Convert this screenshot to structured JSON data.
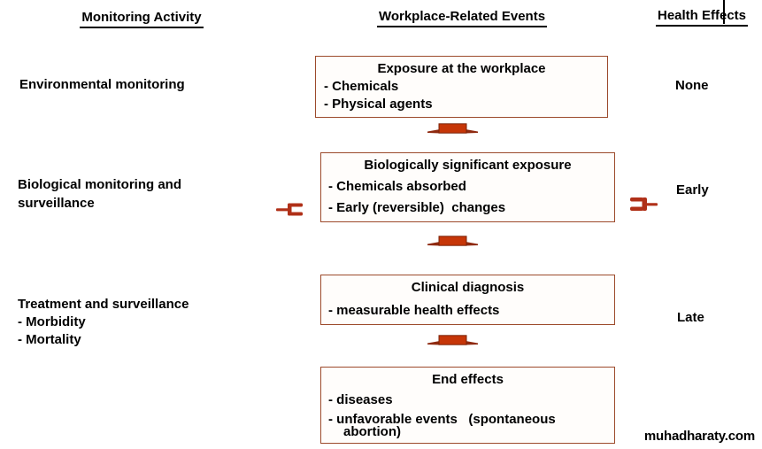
{
  "headers": {
    "monitoring_activity": "Monitoring Activity",
    "workplace_related_events": "Workplace-Related Events",
    "health_effects": "Health Effects"
  },
  "monitoring_activities": [
    "Environmental monitoring",
    "Biological monitoring and\nsurveillance",
    "Treatment and surveillance\n- Morbidity\n- Mortality"
  ],
  "event_boxes": [
    {
      "title": "Exposure at the workplace",
      "bullets": [
        "- Chemicals",
        "- Physical agents"
      ]
    },
    {
      "title": "Biologically significant exposure",
      "bullets": [
        "- Chemicals absorbed",
        "- Early (reversible)  changes"
      ]
    },
    {
      "title": "Clinical diagnosis",
      "bullets": [
        "- measurable health effects"
      ]
    },
    {
      "title": "End effects",
      "bullets": [
        "- diseases",
        "- unfavorable events   (spontaneous\nabortion)"
      ]
    }
  ],
  "health_effects": [
    "None",
    "Early",
    "Late"
  ],
  "watermark": "muhadharaty.com",
  "colors": {
    "box_border": "#9c4a2b",
    "arrow_fill": "#c63608",
    "arrow_wing": "#8f2a10",
    "arrow_edge": "#7a2208",
    "connector": "#b03018",
    "text": "#000000"
  }
}
